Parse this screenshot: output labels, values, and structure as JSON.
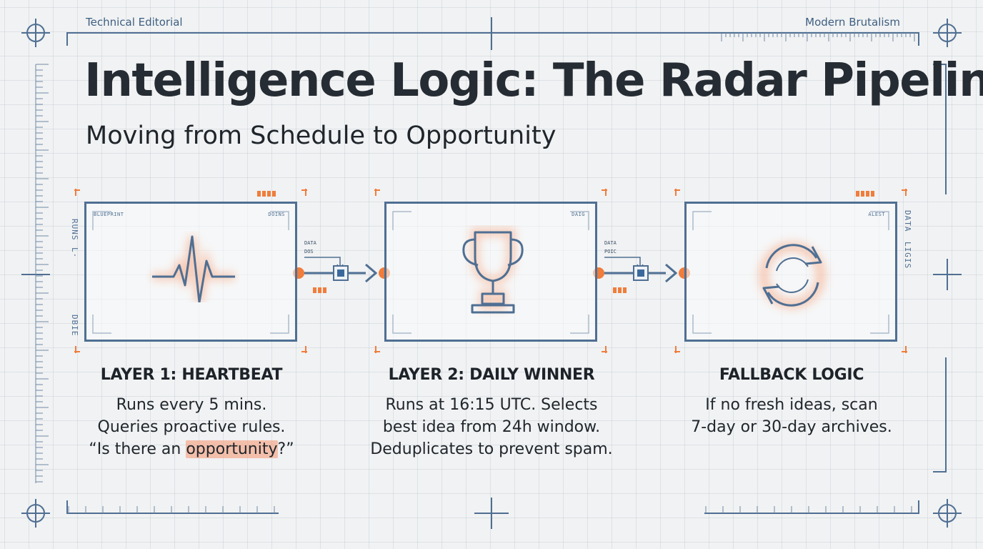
{
  "corner_labels": {
    "left": "Technical Editorial",
    "right": "Modern Brutalism"
  },
  "title": "Intelligence Logic: The Radar Pipeline",
  "subtitle": "Moving from Schedule to Opportunity",
  "colors": {
    "line": "#4f6f93",
    "accent": "#f07d3c",
    "highlight": "#f6966e",
    "text": "#22282e"
  },
  "panels": [
    {
      "icon": "heartbeat-icon",
      "micro_tl": "BLUEPRINT",
      "micro_tr": "DOINS",
      "side_left_top": "RUNS",
      "side_left_mid": "L·",
      "side_left_bottom": "DBIE"
    },
    {
      "icon": "trophy-icon",
      "micro_tr": "DAIG"
    },
    {
      "icon": "refresh-cycle-icon",
      "micro_tr": "ALEST",
      "side_right_top": "DATA",
      "side_right_bottom": "LIGIS"
    }
  ],
  "connectors": [
    {
      "tag_line1": "DATA",
      "tag_line2": "DOS"
    },
    {
      "tag_line1": "DATA",
      "tag_line2": "POIC"
    }
  ],
  "columns": [
    {
      "title": "LAYER 1: HEARTBEAT",
      "lines": [
        "Runs every 5 mins.",
        "Queries proactive rules."
      ],
      "quote_pre": "“Is there an ",
      "quote_highlight": "opportunity",
      "quote_post": "?”"
    },
    {
      "title": "LAYER 2: DAILY WINNER",
      "lines": [
        "Runs at 16:15 UTC. Selects",
        "best idea from 24h window.",
        "Deduplicates to prevent spam."
      ]
    },
    {
      "title": "FALLBACK LOGIC",
      "lines": [
        "If no fresh ideas, scan",
        "7-day or 30-day archives."
      ]
    }
  ]
}
